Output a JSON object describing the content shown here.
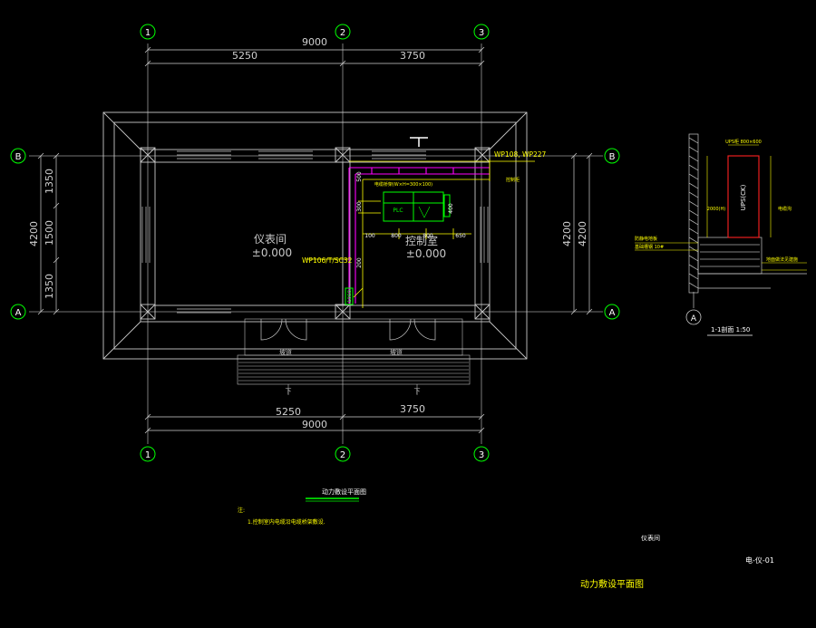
{
  "colors": {
    "background": "#000000",
    "wall": "#c8c8c8",
    "grid_line": "#bdbdbd",
    "dimension": "#d0d0d0",
    "axis_bubble": "#00ff00",
    "text_yellow": "#ffff00",
    "magenta": "#ff00ff",
    "green": "#00ff00",
    "red": "#ff2020"
  },
  "axes": {
    "vertical": [
      "1",
      "2",
      "3"
    ],
    "horizontal": [
      "B",
      "A"
    ]
  },
  "dimensions": {
    "top_total": "9000",
    "top_left": "5250",
    "top_right": "3750",
    "bottom_total": "9000",
    "bottom_left": "5250",
    "bottom_right": "3750",
    "left_total": "4200",
    "left_seg_1": "1350",
    "left_seg_2": "1500",
    "left_seg_3": "1350",
    "right_total_outer": "4200",
    "right_total_inner": "4200"
  },
  "rooms": {
    "instrument_room_name": "仪表间",
    "instrument_room_level": "±0.000",
    "control_room_name": "控制室",
    "control_room_level": "±0.000"
  },
  "labels": {
    "cable_wp108": "WP108, WP227",
    "cable_wp106": "WP106/T/SC32",
    "plc": "PLC",
    "cable_spec": "电缆桥架(W×H=300×100)",
    "cabinet_note": "控制柜",
    "dim_100": "100",
    "dim_800": "800",
    "dim_800b": "800",
    "dim_650": "650",
    "dim_400": "400",
    "dim_200": "200",
    "dim_500": "500",
    "dim_300": "300",
    "dim_1060": "1060",
    "stair_down_1": "下",
    "stair_down_2": "下",
    "ramp_1": "坡道",
    "ramp_2": "坡道"
  },
  "section": {
    "title": "1-1剖面 1:50",
    "axis": "A",
    "ups_label": "UPS(CK)",
    "note_1": "UPS柜 800×600",
    "note_2": "2000(H)",
    "note_3": "电缆沟",
    "note_4": "防静电地板",
    "note_5": "基础槽钢 10#",
    "note_6": "地面做法见建施"
  },
  "footer": {
    "plan_title": "动力敷设平面图",
    "notes_head": "注:",
    "note_line": "1.控制室内电缆沿电缆桥架敷设.",
    "room_caption": "仪表间",
    "drawing_no": "电-仪-01",
    "sheet_title": "动力敷设平面图"
  }
}
